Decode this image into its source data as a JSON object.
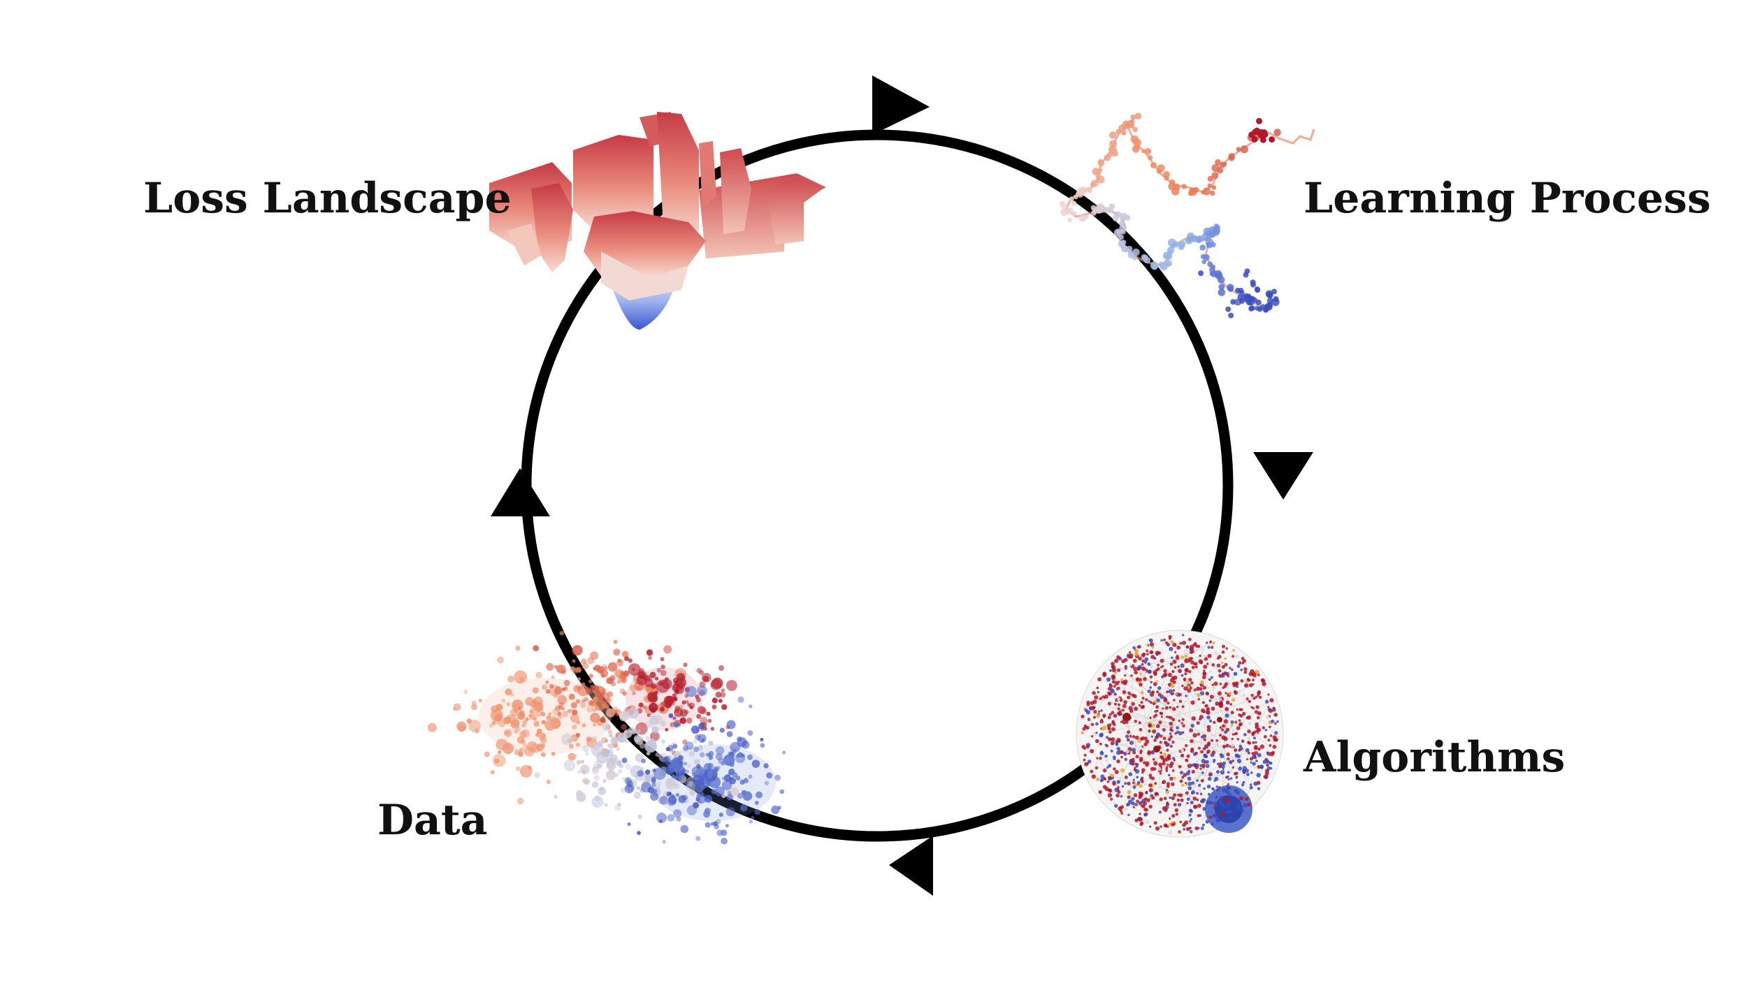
{
  "labels": {
    "loss_landscape": "Loss Landscape",
    "learning_process": "Learning Process",
    "algorithms": "Algorithms",
    "data": "Data"
  },
  "cycle": {
    "direction": "clockwise",
    "stages": [
      "Loss Landscape",
      "Learning Process",
      "Algorithms",
      "Data"
    ]
  },
  "colors": {
    "ring": "#000000",
    "red": "#b2182b",
    "light_red": "#ef8a62",
    "pale": "#f7f7f7",
    "light_blue": "#92b4e8",
    "blue": "#3b4cc0"
  },
  "illustrations": {
    "loss_landscape": "3d-surface-plot",
    "learning_process": "random-walk-trajectory",
    "algorithms": "circular-network-graph",
    "data": "scatter-cloud"
  }
}
